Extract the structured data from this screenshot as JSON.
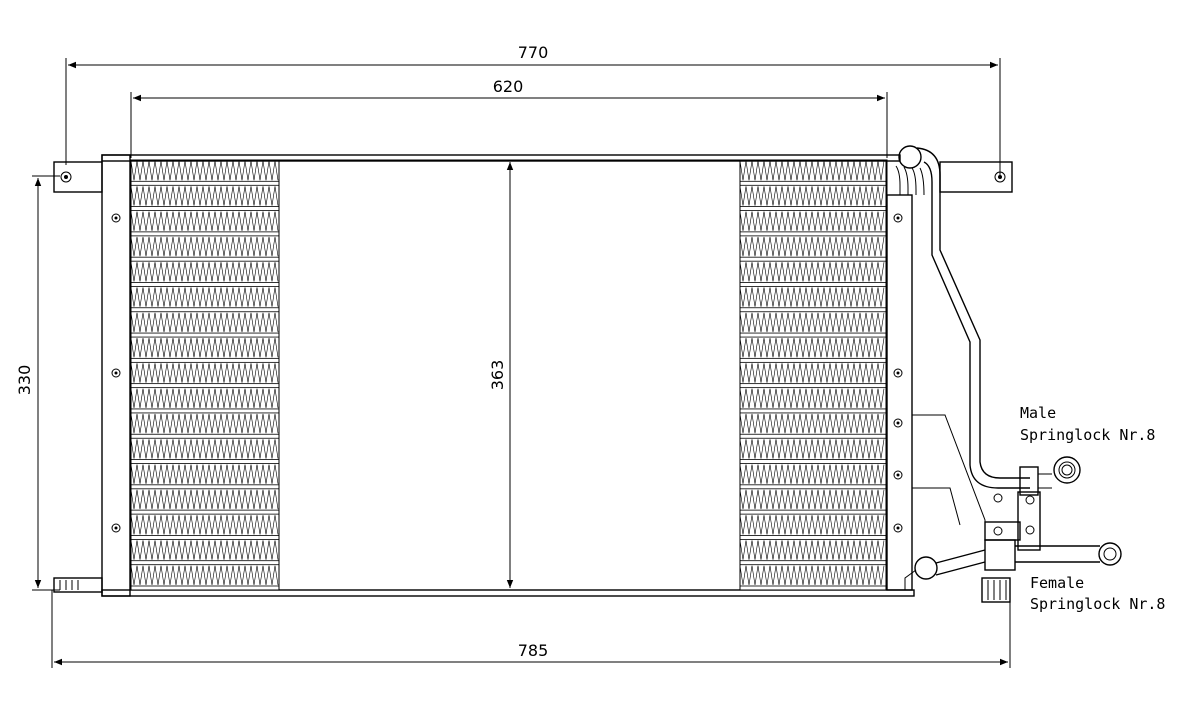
{
  "dimensions": {
    "overall_width_top": "770",
    "core_width": "620",
    "height_core": "363",
    "height_left": "330",
    "overall_width_bottom": "785"
  },
  "connectors": {
    "male": {
      "line1": "Male",
      "line2": "Springlock Nr.8"
    },
    "female": {
      "line1": "Female",
      "line2": "Springlock Nr.8"
    }
  }
}
